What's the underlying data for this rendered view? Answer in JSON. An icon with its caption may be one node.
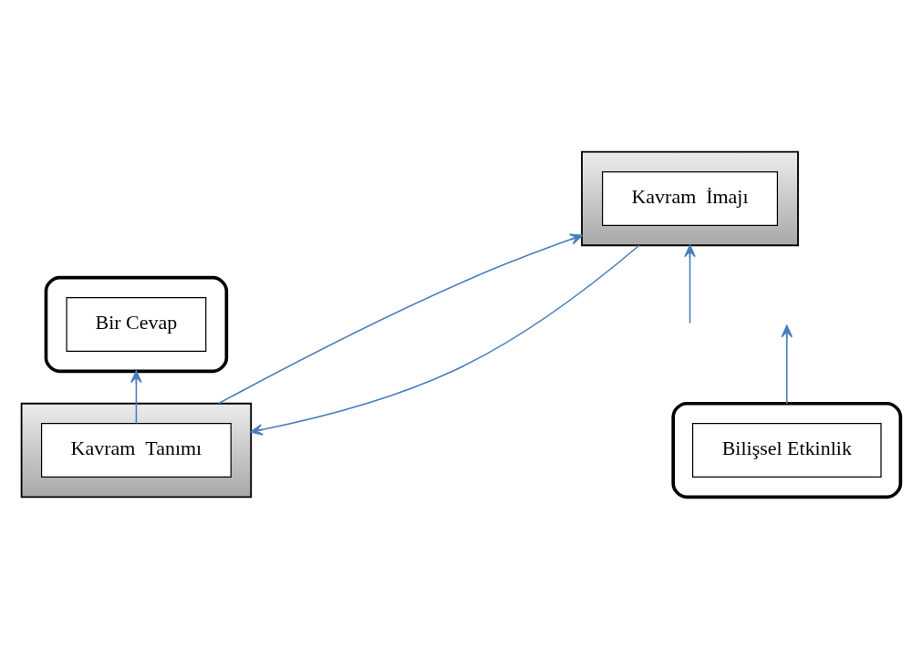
{
  "diagram": {
    "nodes": [
      {
        "text": [],
        "shape": "ellipse"
      },
      {
        "text": [
          "Bir Cevap"
        ],
        "in": 0
      },
      {
        "text": [],
        "shape": "box"
      },
      {
        "text": [
          "Kavram  Tanımı"
        ],
        "in": 2
      },
      {
        "text": [],
        "shape": "box"
      },
      {
        "text": [
          "Kavram  İmajı"
        ],
        "in": 4
      },
      {
        "text": [],
        "shape": "ellipse"
      },
      {
        "text": [
          "Bilişsel Etkinlik"
        ],
        "in": 6
      }
    ],
    "edges": [
      {
        "from": 3,
        "to": 0,
        "arrow": "to"
      },
      {
        "from": 2,
        "to": 4,
        "arrow": "to"
      },
      {
        "from": 4,
        "to": 2,
        "arrow": "to"
      },
      {
        "from": 6,
        "to": null,
        "arrow": "to"
      },
      {
        "from": null,
        "to": 4,
        "arrow": "to"
      }
    ]
  }
}
